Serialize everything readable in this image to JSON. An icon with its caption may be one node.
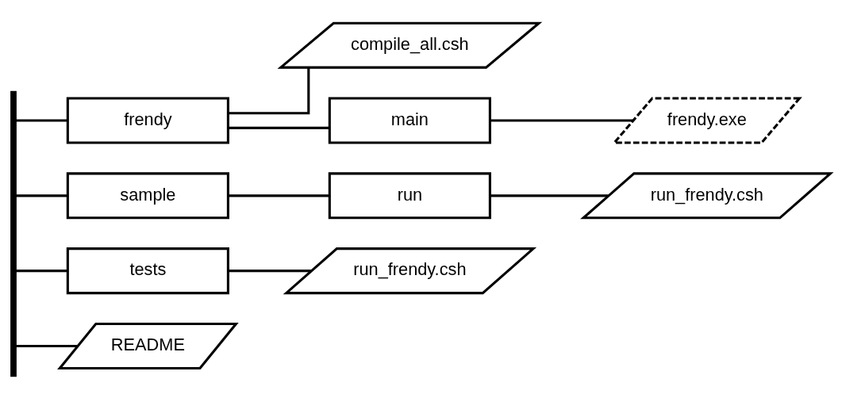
{
  "diagram": {
    "nodes": [
      {
        "text": [],
        "shape": "bar"
      },
      {
        "text": [
          "frendy"
        ]
      },
      {
        "text": [
          "compile_all.csh"
        ]
      },
      {
        "text": [
          "main"
        ]
      },
      {
        "text": [
          "frendy.exe"
        ]
      },
      {
        "text": [
          "sample"
        ]
      },
      {
        "text": [
          "run"
        ]
      },
      {
        "text": [
          "run_frendy.csh"
        ]
      },
      {
        "text": [
          "tests"
        ]
      },
      {
        "text": [
          "run_frendy.csh"
        ]
      },
      {
        "text": [
          "README"
        ]
      }
    ],
    "edges": [
      {
        "from": 0,
        "to": 1,
        "arrow": "none"
      },
      {
        "from": 1,
        "to": 2,
        "arrow": "none"
      },
      {
        "from": 1,
        "to": 3,
        "arrow": "none"
      },
      {
        "from": 3,
        "to": 4,
        "arrow": "none"
      },
      {
        "from": 0,
        "to": 5,
        "arrow": "none"
      },
      {
        "from": 5,
        "to": 6,
        "arrow": "none"
      },
      {
        "from": 6,
        "to": 7,
        "arrow": "none"
      },
      {
        "from": 0,
        "to": 8,
        "arrow": "none"
      },
      {
        "from": 8,
        "to": 9,
        "arrow": "none"
      },
      {
        "from": 0,
        "to": 10,
        "arrow": "none"
      }
    ]
  }
}
